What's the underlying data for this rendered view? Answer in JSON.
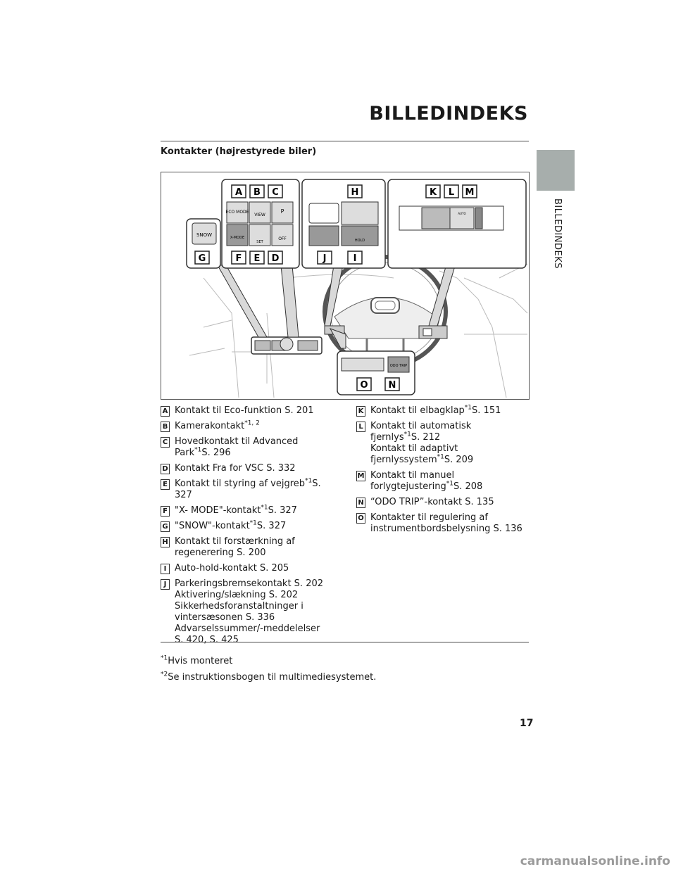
{
  "header": {
    "chapter_title": "BILLEDINDEKS",
    "side_label": "BILLEDINDEKS"
  },
  "section_title": "Kontakter (højrestyrede biler)",
  "figure": {
    "callouts": [
      "A",
      "B",
      "C",
      "H",
      "K",
      "L",
      "M",
      "G",
      "F",
      "E",
      "D",
      "J",
      "I",
      "O",
      "N"
    ],
    "switch_labels": {
      "eco_mode": "ECO MODE",
      "view": "VIEW",
      "park": "P",
      "snow": "SNOW",
      "xmode": "X-MODE",
      "set": "SET",
      "off": "OFF",
      "hold": "HOLD",
      "auto": "AUTO",
      "odo_trip": "ODO TRIP"
    }
  },
  "legend_left": [
    {
      "letter": "A",
      "lines": [
        {
          "text": "Kontakt til Eco-funktion S. 201"
        }
      ]
    },
    {
      "letter": "B",
      "lines": [
        {
          "text": "Kamerakontakt",
          "sup": "*1, 2"
        }
      ]
    },
    {
      "letter": "C",
      "lines": [
        {
          "text": "Hovedkontakt til Advanced"
        },
        {
          "text": "Park",
          "sup": "*1",
          "after": "S. 296"
        }
      ]
    },
    {
      "letter": "D",
      "lines": [
        {
          "text": "Kontakt Fra for VSC S. 332"
        }
      ]
    },
    {
      "letter": "E",
      "lines": [
        {
          "text": "Kontakt til styring af vejgreb",
          "sup": "*1",
          "after": "S. 327"
        }
      ]
    },
    {
      "letter": "F",
      "lines": [
        {
          "text": "\"X- MODE\"-kontakt",
          "sup": "*1",
          "after": "S. 327"
        }
      ]
    },
    {
      "letter": "G",
      "lines": [
        {
          "text": "\"SNOW\"-kontakt",
          "sup": "*1",
          "after": "S. 327"
        }
      ]
    },
    {
      "letter": "H",
      "lines": [
        {
          "text": "Kontakt til forstærkning af"
        },
        {
          "text": "regenerering S. 200"
        }
      ]
    },
    {
      "letter": "I",
      "lines": [
        {
          "text": "Auto-hold-kontakt S. 205"
        }
      ]
    },
    {
      "letter": "J",
      "lines": [
        {
          "text": "Parkeringsbremsekontakt S. 202"
        },
        {
          "text": "Aktivering/slækning S. 202"
        },
        {
          "text": "Sikkerhedsforanstaltninger i"
        },
        {
          "text": "vintersæsonen S. 336"
        },
        {
          "text": "Advarselssummer/-meddelelser"
        },
        {
          "text": "S. 420, S. 425"
        }
      ]
    }
  ],
  "legend_right": [
    {
      "letter": "K",
      "lines": [
        {
          "text": "Kontakt til elbagklap",
          "sup": "*1",
          "after": "S. 151"
        }
      ]
    },
    {
      "letter": "L",
      "lines": [
        {
          "text": "Kontakt til automatisk"
        },
        {
          "text": "fjernlys",
          "sup": "*1",
          "after": "S. 212"
        },
        {
          "text": "Kontakt til adaptivt"
        },
        {
          "text": "fjernlyssystem",
          "sup": "*1",
          "after": "S. 209"
        }
      ]
    },
    {
      "letter": "M",
      "lines": [
        {
          "text": "Kontakt til manuel"
        },
        {
          "text": "forlygtejustering",
          "sup": "*1",
          "after": "S. 208"
        }
      ]
    },
    {
      "letter": "N",
      "lines": [
        {
          "text": "“ODO TRIP”-kontakt S. 135"
        }
      ]
    },
    {
      "letter": "O",
      "lines": [
        {
          "text": "Kontakter til regulering af"
        },
        {
          "text": "instrumentbordsbelysning S. 136"
        }
      ]
    }
  ],
  "footnotes": [
    {
      "mark": "*1",
      "text": "Hvis monteret"
    },
    {
      "mark": "*2",
      "text": "Se instruktionsbogen til multimediesystemet."
    }
  ],
  "page_number": "17",
  "watermark": "carmanualsonline.info"
}
